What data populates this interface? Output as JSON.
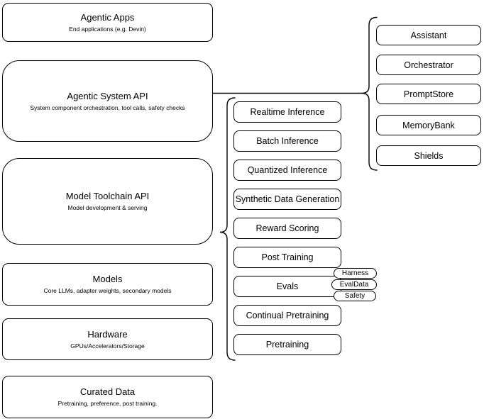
{
  "canvas": {
    "colors": {
      "stroke": "#000000",
      "background": "#ffffff",
      "fill": "#ffffff",
      "text": "#000000"
    }
  },
  "left_stack": {
    "items": [
      {
        "title": "Agentic Apps",
        "subtitle": "End applications (e.g. Devin)"
      },
      {
        "title": "Agentic System API",
        "subtitle": "System component orchestration, tool calls, safety checks"
      },
      {
        "title": "Model Toolchain API",
        "subtitle": "Model development & serving"
      },
      {
        "title": "Models",
        "subtitle": "Core LLMs, adapter weights, secondary models"
      },
      {
        "title": "Hardware",
        "subtitle": "GPUs/Accelerators/Storage"
      },
      {
        "title": "Curated Data",
        "subtitle": "Pretraining, preference, post training."
      }
    ]
  },
  "middle_column": {
    "items": [
      "Realtime Inference",
      "Batch Inference",
      "Quantized Inference",
      "Synthetic Data Generation",
      "Reward Scoring",
      "Post Training",
      "Evals",
      "Continual Pretraining",
      "Pretraining"
    ]
  },
  "eval_tags": {
    "items": [
      "Harness",
      "EvalData",
      "Safety"
    ]
  },
  "right_column": {
    "items": [
      "Assistant",
      "Orchestrator",
      "PromptStore",
      "MemoryBank",
      "Shields"
    ]
  }
}
